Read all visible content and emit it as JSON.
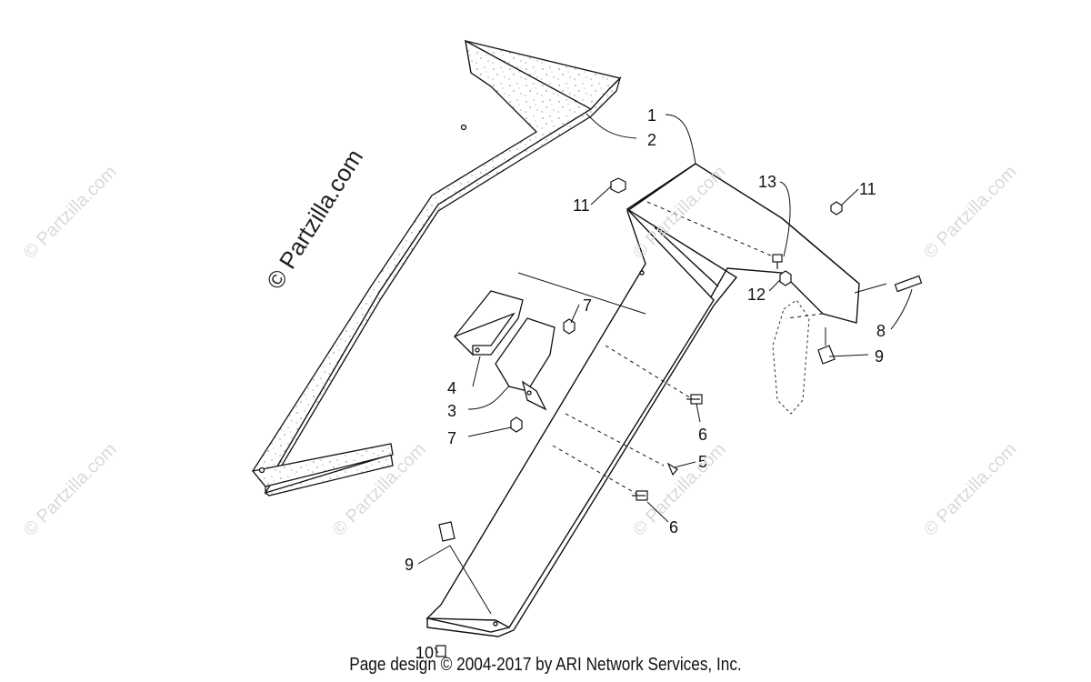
{
  "watermark": {
    "main": "© Partzilla.com",
    "repeat": "© Partzilla.com"
  },
  "callouts": [
    "1",
    "2",
    "11",
    "11",
    "13",
    "12",
    "8",
    "9",
    "7",
    "4",
    "3",
    "7",
    "6",
    "5",
    "6",
    "9",
    "10"
  ],
  "footer": "Page design © 2004-2017 by ARI Network Services, Inc.",
  "colors": {
    "line": "#111111",
    "watermark": "#d9d9d9",
    "background": "#ffffff"
  }
}
